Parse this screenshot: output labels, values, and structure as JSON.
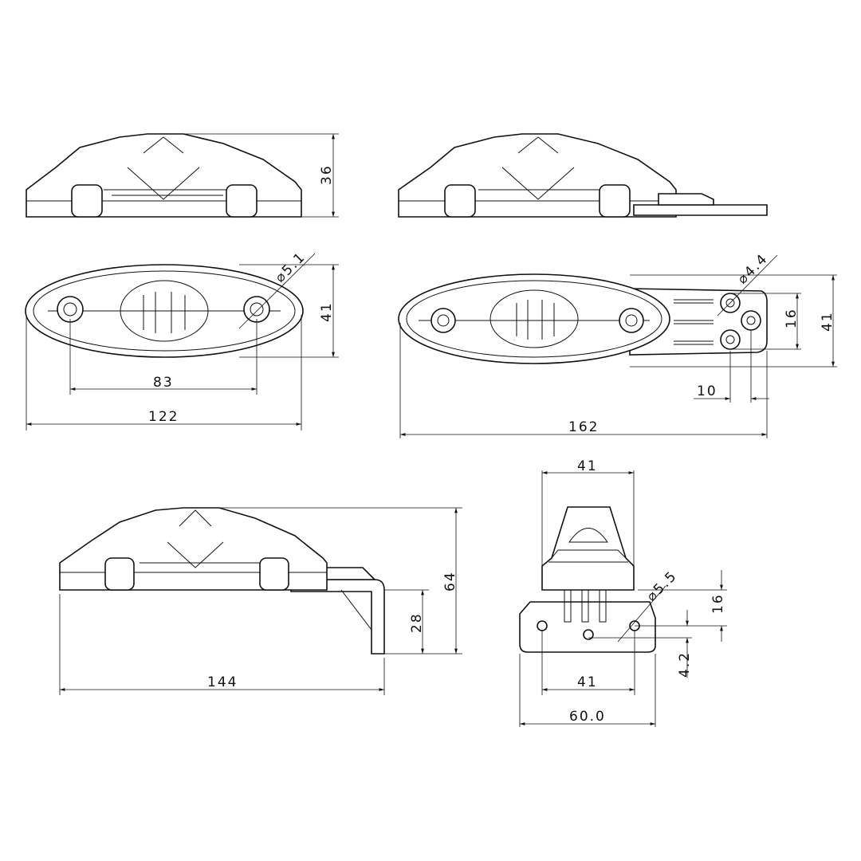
{
  "drawing": {
    "view_side_a": {
      "height": "36"
    },
    "view_side_b": {},
    "view_top_a": {
      "hole_dia": "⌀5.1",
      "width": "41",
      "hole_spacing": "83",
      "length": "122"
    },
    "view_top_b": {
      "hole_dia": "⌀4.4",
      "hole_pitch": "16",
      "width": "41",
      "offset": "10",
      "length": "162"
    },
    "view_side_c": {
      "height": "64",
      "bracket_height": "28",
      "length": "144"
    },
    "view_end": {
      "top_width": "41",
      "hole_dia": "⌀5.5",
      "hole_pitch": "16",
      "offset": "4.2",
      "hole_spacing": "41",
      "plate_width": "60.0"
    }
  }
}
